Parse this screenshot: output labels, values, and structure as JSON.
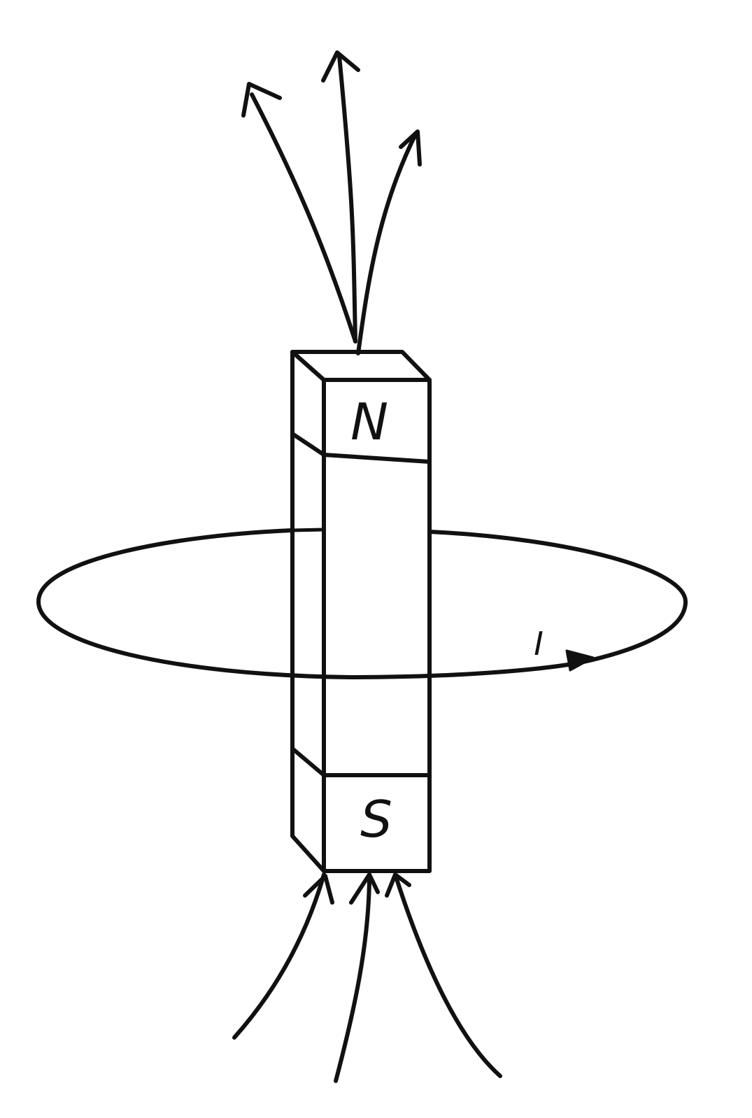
{
  "labels": {
    "north": "N",
    "south": "S",
    "current": "I"
  },
  "colors": {
    "ink": "#111111",
    "background": "#ffffff"
  }
}
